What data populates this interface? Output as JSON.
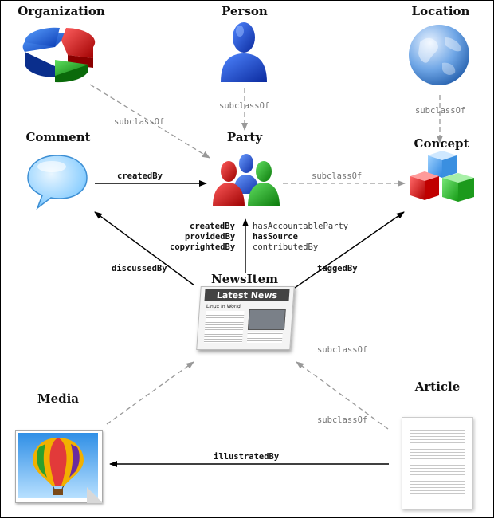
{
  "nodes": {
    "organization": "Organization",
    "person": "Person",
    "location": "Location",
    "comment": "Comment",
    "party": "Party",
    "concept": "Concept",
    "newsitem": "NewsItem",
    "media": "Media",
    "article": "Article"
  },
  "newspaper": {
    "headline": "Latest News",
    "subhead": "Linux In World"
  },
  "edges": {
    "org_party": "subclassOf",
    "person_party": "subclassOf",
    "location_concept": "subclassOf",
    "party_concept": "subclassOf",
    "comment_party": "createdBy",
    "newsitem_party_left_1": "createdBy",
    "newsitem_party_left_2": "providedBy",
    "newsitem_party_left_3": "copyrightedBy",
    "newsitem_party_right_1": "hasAccountableParty",
    "newsitem_party_right_2": "hasSource",
    "newsitem_party_right_3": "contributedBy",
    "newsitem_comment": "discussedBy",
    "newsitem_concept": "taggedBy",
    "newsitem_subclass": "subclassOf",
    "article_subclass": "subclassOf",
    "article_media": "illustratedBy"
  },
  "colors": {
    "solid_edge": "#000000",
    "dashed_edge": "#999999"
  }
}
